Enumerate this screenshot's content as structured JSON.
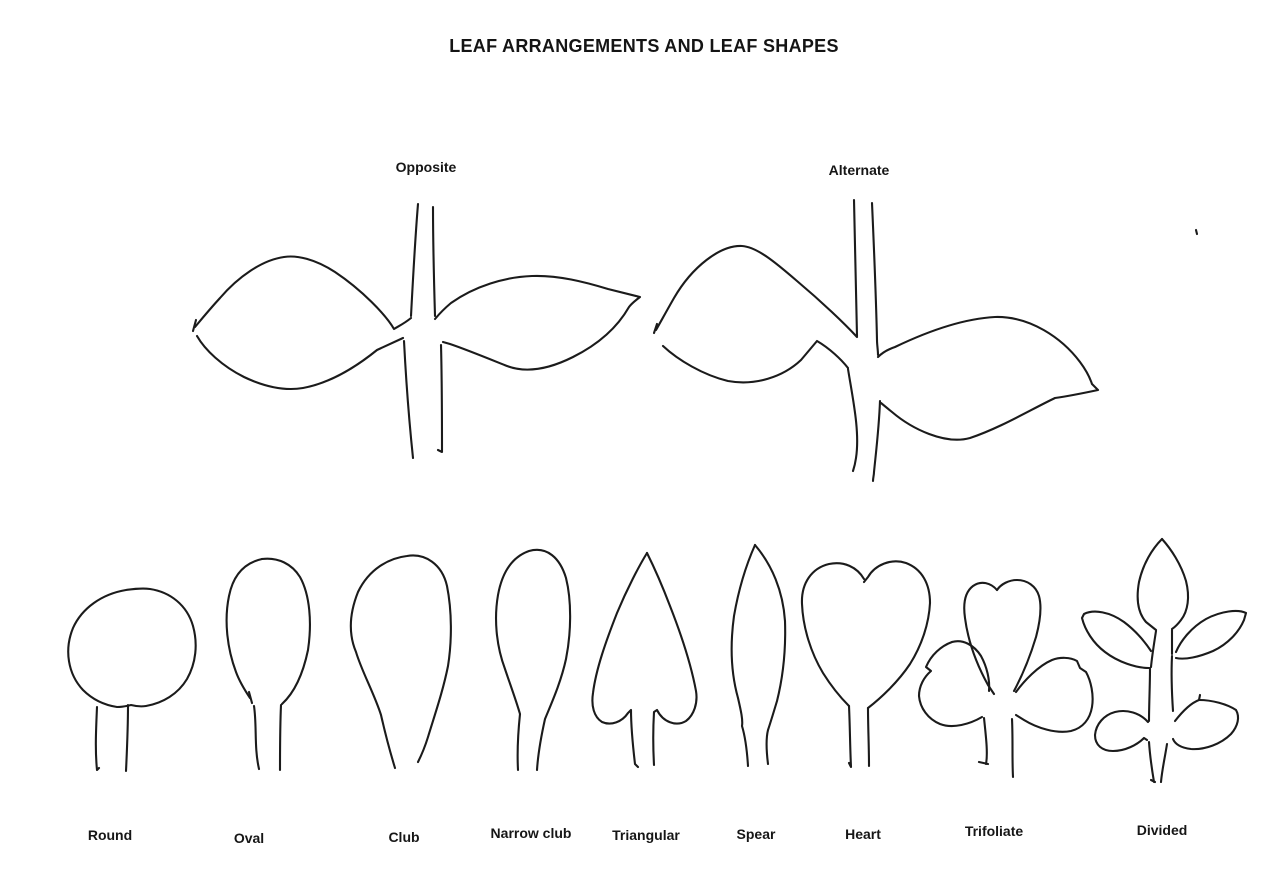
{
  "title": "LEAF ARRANGEMENTS AND LEAF SHAPES",
  "colors": {
    "background": "#ffffff",
    "ink": "#1b1b1b"
  },
  "arrangements": [
    {
      "label": "Opposite"
    },
    {
      "label": "Alternate"
    }
  ],
  "shapes": [
    {
      "label": "Round"
    },
    {
      "label": "Oval"
    },
    {
      "label": "Club"
    },
    {
      "label": "Narrow club"
    },
    {
      "label": "Triangular"
    },
    {
      "label": "Spear"
    },
    {
      "label": "Heart"
    },
    {
      "label": "Trifoliate"
    },
    {
      "label": "Divided"
    }
  ],
  "drawings": {
    "opposite": [
      "M418 204 C415 240 413 278 411 316",
      "M404 341 C406 380 409 420 413 458",
      "M433 207 C433 245 434 282 435 316",
      "M441 345 C442 382 442 418 442 452 L438 450",
      "M411 318 C405 323 399 326 394 329 C386 315 362 290 335 272 C315 259 297 255 284 257 C262 260 238 277 220 298 C209 310 200 321 195 327",
      "M196 320 L193 331",
      "M197 336 C205 350 222 366 244 377 C265 387 285 391 303 388 C330 383 356 367 377 350 L403 338",
      "M435 319 C440 313 445 308 451 303 C475 286 505 277 532 276 C558 275 585 282 608 289 L640 297 C636 300 632 303 629 307 C617 328 597 345 573 357 C551 368 528 374 507 366 C487 358 465 349 450 344 L443 342"
    ],
    "alternate": [
      "M854 200 C855 245 856 292 857 336",
      "M848 369 C853 400 860 432 856 458 C855 465 854 468 853 471",
      "M872 203 C874 248 876 295 877 340 C877 345 878 350 878 355",
      "M880 401 C879 428 876 452 874 472 C874 475 873 478 873 481",
      "M857 337 C845 324 822 302 797 281 C775 262 757 247 742 246 C720 245 692 267 674 298 C666 312 660 323 656 330",
      "M657 324 L654 333",
      "M663 346 C678 360 703 375 728 381 C755 386 783 377 801 360 L817 341 C829 348 841 359 848 368",
      "M878 357 C883 352 889 349 895 347 C920 335 958 319 995 317 C1030 316 1062 338 1080 362 C1086 370 1090 378 1092 384 L1098 390 C1084 393 1069 396 1055 398 C1030 410 1000 428 970 438 C945 445 912 429 892 412 L881 403"
    ],
    "round": [
      "M126 590 C102 594 82 608 73 628 C64 650 68 674 83 690 C92 699 104 705 117 707 C122 707 127 706 131 705 C135 706 140 707 146 706 C163 703 178 694 187 679 C196 663 198 644 193 626 C187 605 170 592 150 589 C142 588 133 589 126 590",
      "M97 707 C96 730 95 750 97 770 L99 768",
      "M128 705 C128 728 127 750 126 771"
    ],
    "oval": [
      "M262 559 C244 563 233 576 229 596 C224 620 227 648 236 672 C240 683 246 692 250 698",
      "M249 692 L252 703",
      "M282 704 C294 693 303 674 308 650 C312 623 310 595 300 577 C292 564 278 557 262 559",
      "M254 706 C257 726 254 747 259 769",
      "M281 705 C280 727 280 748 280 770"
    ],
    "club": [
      "M395 768 C391 755 386 737 381 715 C374 693 362 672 356 652 C348 633 350 612 358 592 C369 569 389 558 407 556 C425 553 442 564 447 586 C452 611 452 641 448 666 C443 691 435 714 428 737 C424 750 420 758 418 762"
    ],
    "narrow_club": [
      "M518 770 C517 751 518 733 520 714 C516 700 510 684 505 669 C496 645 494 618 498 595 C502 573 512 557 529 551 C547 546 560 558 566 578 C572 602 571 634 566 659 C561 682 552 702 545 719 C541 737 538 754 537 770"
    ],
    "triangular": [
      "M647 553 C639 566 627 589 617 613 C606 641 596 669 593 693 C591 706 594 717 602 722 C611 726 622 722 628 713 L631 710 C631 728 633 747 635 764 L638 767",
      "M654 765 C653 747 653 729 654 712 L657 710 C663 722 676 727 686 721 C694 715 698 703 696 691 C691 664 681 634 670 606 C662 585 654 567 647 553"
    ],
    "spear": [
      "M755 545 C747 563 739 587 734 616 C730 645 731 673 738 698 C741 711 743 720 742 726 C745 736 747 750 748 766",
      "M768 764 C766 748 766 738 768 730 C771 721 774 711 777 701 C783 677 786 651 785 621 C783 591 772 565 755 545"
    ],
    "heart": [
      "M864 579 C857 567 844 561 829 564 C812 568 801 583 802 604 C803 628 811 653 823 673 C833 689 843 700 849 706",
      "M849 706 C850 727 850 747 851 767 L849 763",
      "M869 766 C869 746 868 727 868 708",
      "M868 708 C881 698 898 682 910 664 C922 645 929 623 930 603 C930 584 922 569 906 563 C891 558 875 565 868 577 L864 582"
    ],
    "trifoliate": [
      "M997 590 C991 583 981 580 973 586 C965 592 963 604 965 618 C968 641 977 665 988 685 L994 694",
      "M997 590 C1001 584 1009 580 1017 580 C1027 580 1036 586 1039 596 C1042 607 1040 622 1036 637 C1030 657 1022 676 1014 691",
      "M952 642 C941 646 931 655 926 667 L931 671 C924 677 919 686 919 696 C920 708 928 719 940 724 C953 729 970 724 982 717",
      "M952 642 C963 639 974 645 981 656 C987 667 990 680 989 691",
      "M1016 692 C1024 681 1038 666 1052 660 C1060 657 1070 657 1077 661 L1080 668 L1086 672 C1091 681 1094 695 1092 707 C1090 719 1083 728 1071 731 C1056 734 1037 728 1024 720 L1016 715",
      "M984 718 C986 737 988 753 986 764",
      "M979 762 L988 764",
      "M1012 719 C1013 740 1012 758 1013 777"
    ],
    "divided": [
      "M1162 539 C1152 549 1143 564 1139 582 C1136 599 1138 613 1146 622 L1156 630",
      "M1162 539 C1171 549 1181 564 1186 581 C1190 597 1188 611 1181 620 C1178 624 1175 627 1172 629",
      "M1156 631 C1154 644 1152 656 1151 667",
      "M1172 630 C1172 639 1172 647 1172 654",
      "M1176 652 C1181 640 1192 627 1206 619 C1221 611 1238 609 1246 613 L1244 620 C1239 632 1228 644 1213 651 C1199 657 1185 660 1176 658",
      "M1151 651 C1145 642 1136 631 1124 622 C1110 612 1094 609 1084 614 L1082 618 C1085 630 1093 643 1105 652 C1118 662 1136 668 1149 668",
      "M1150 668 C1150 686 1149 705 1149 721",
      "M1172 656 C1171 676 1172 696 1173 711",
      "M1175 721 C1182 712 1191 703 1199 700 L1200 695",
      "M1199 700 C1212 700 1227 704 1236 710 C1240 717 1238 726 1231 734 C1221 744 1205 750 1191 749 C1181 748 1175 744 1173 739",
      "M1148 722 C1140 713 1127 709 1115 712 C1104 715 1096 724 1095 735 C1095 745 1102 751 1113 751 C1125 751 1137 745 1144 738 L1147 740",
      "M1149 742 C1150 757 1152 770 1154 782",
      "M1151 780 L1155 782",
      "M1167 744 C1165 757 1162 770 1161 782"
    ],
    "stray_mark": [
      "M1196 230 L1197 234"
    ]
  }
}
